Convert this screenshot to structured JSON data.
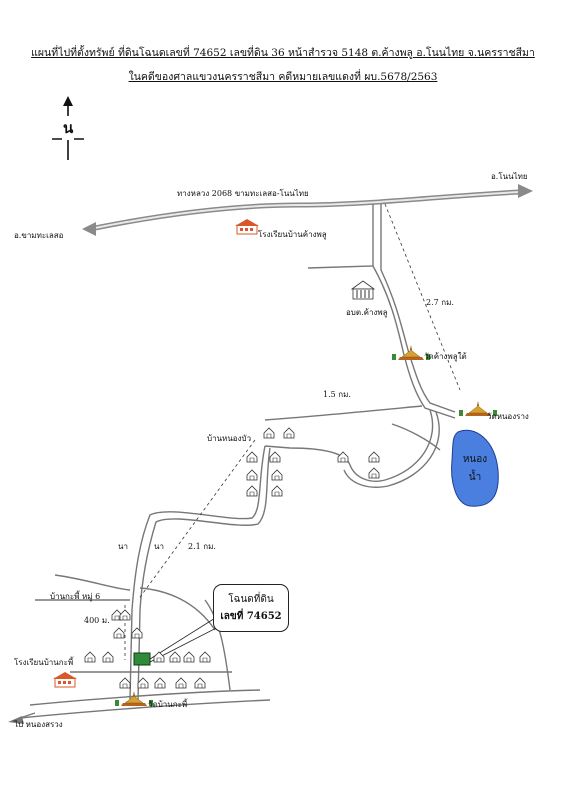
{
  "header": {
    "line1": "แผนที่ไปที่ตั้งทรัพย์ ที่ดินโฉนดเลขที่ 74652 เลขที่ดิน 36 หน้าสำรวจ 5148 ต.ค้างพลู อ.โนนไทย จ.นครราชสีมา",
    "line2": "ในคดีของศาลแขวงนครราชสีมา คดีหมายเลขแดงที่ ผบ.5678/2563"
  },
  "compass": {
    "north_label": "น"
  },
  "labels": {
    "to_nonthai": "อ.โนนไทย",
    "highway": "ทางหลวง 2068 ขามทะเลสอ-โนนไทย",
    "to_kham": "อ.ขามทะเลสอ",
    "school_kangphlu": "โรงเรียนบ้านค้างพลู",
    "obt": "อบต.ค้างพลู",
    "dist_27": "2.7 กม.",
    "wat_kangphlu": "วัดค้างพลูใต้",
    "dist_15": "1.5 กม.",
    "wat_nongrang": "วัดหนองราง",
    "ban_nongbua": "บ้านหนองบัว",
    "na1": "นา",
    "na2": "นา",
    "dist_21": "2.1 กม.",
    "ban_kapi": "บ้านกะพี้ หมู่ 6",
    "dist_400": "400 ม.",
    "school_kapi": "โรงเรียนบ้านกะพี้",
    "wat_kapi": "วัดบ้านกะพี้",
    "to_nongsuang": "ไป หนองสรวง"
  },
  "lake": {
    "line1": "หนอง",
    "line2": "น้ำ",
    "color": "#4a7fe0"
  },
  "callout": {
    "line1": "โฉนดที่ดิน",
    "line2": "เลขที่ 74652"
  },
  "icons": [
    "school-icon",
    "government-office-icon",
    "temple-icon",
    "house-icon",
    "north-arrow-icon"
  ],
  "colors": {
    "highway": "#8a8a8a",
    "road": "#777777",
    "parcel": "#2f8a3a",
    "temple": "#c99a3a",
    "school_roof": "#d9572b"
  }
}
